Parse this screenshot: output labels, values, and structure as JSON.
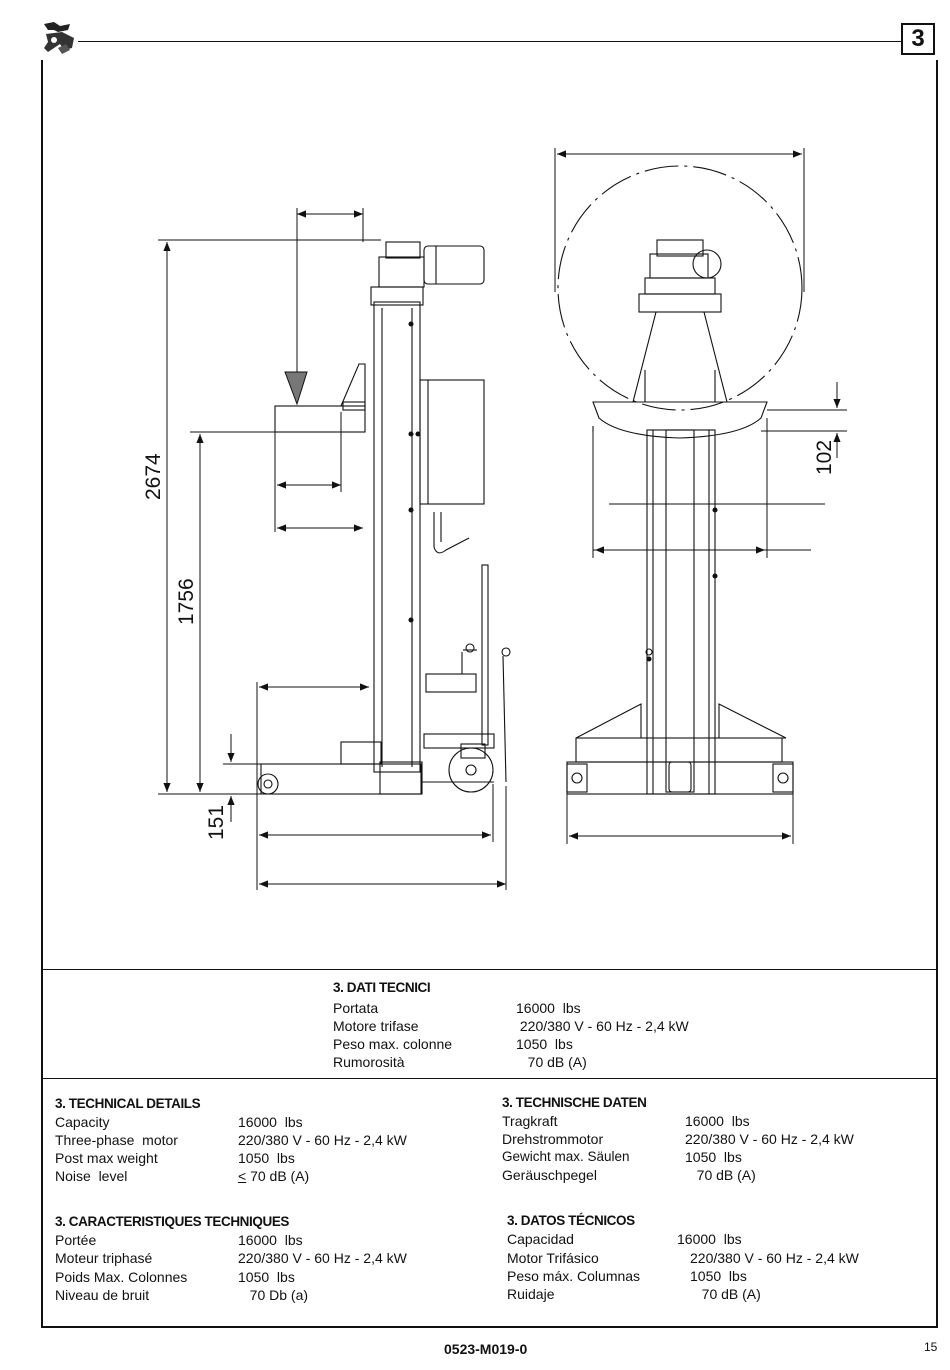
{
  "header": {
    "chapter_number": "3"
  },
  "drawing": {
    "dimensions": {
      "total_height": "2674",
      "fork_height": "1756",
      "base_height": "151",
      "fork_thickness": "102"
    }
  },
  "specs": {
    "it": {
      "title": "3. DATI TECNICI",
      "rows": [
        {
          "label": "Portata",
          "value": "16000  lbs"
        },
        {
          "label": "Motore trifase",
          "value": " 220/380 V - 60 Hz - 2,4 kW"
        },
        {
          "label": "Peso max. colonne",
          "value": "1050  lbs"
        },
        {
          "label": "Rumorosità",
          "value": "   70 dB (A)"
        }
      ]
    },
    "en": {
      "title": "3. TECHNICAL DETAILS",
      "rows": [
        {
          "label": "Capacity",
          "value": "16000  lbs"
        },
        {
          "label": "Three-phase  motor",
          "value": "220/380 V - 60 Hz - 2,4 kW"
        },
        {
          "label": "Post max weight",
          "value": "1050  lbs"
        },
        {
          "label": "Noise  level",
          "value_prefix": "<",
          "value": " 70 dB (A)"
        }
      ]
    },
    "de": {
      "title": "3. TECHNISCHE DATEN",
      "rows": [
        {
          "label": "Tragkraft",
          "value": "16000  lbs"
        },
        {
          "label": "Drehstrommotor",
          "value": "220/380 V - 60 Hz - 2,4 kW"
        },
        {
          "label": "Gewicht max. Säulen",
          "value": "1050  lbs"
        },
        {
          "label": "Geräuschpegel",
          "value": "   70 dB (A)"
        }
      ]
    },
    "fr": {
      "title": "3. CARACTERISTIQUES TECHNIQUES",
      "rows": [
        {
          "label": "Portée",
          "value": "16000  lbs"
        },
        {
          "label": "Moteur triphasé",
          "value": "220/380 V - 60 Hz - 2,4 kW"
        },
        {
          "label": "Poids Max. Colonnes",
          "value": "1050  lbs"
        },
        {
          "label": "Niveau de bruit",
          "value": "   70 Db (a)"
        }
      ]
    },
    "es": {
      "title": "3. DATOS TÉCNICOS",
      "rows": [
        {
          "label": "Capacidad",
          "value": "16000  lbs"
        },
        {
          "label": "Motor Trifásico",
          "value": "220/380 V - 60 Hz - 2,4 kW"
        },
        {
          "label": "Peso máx. Columnas",
          "value": "1050  lbs"
        },
        {
          "label": "Ruidaje",
          "value": "   70 dB (A)"
        }
      ]
    }
  },
  "footer": {
    "document_code": "0523-M019-0",
    "page_number": "15"
  }
}
